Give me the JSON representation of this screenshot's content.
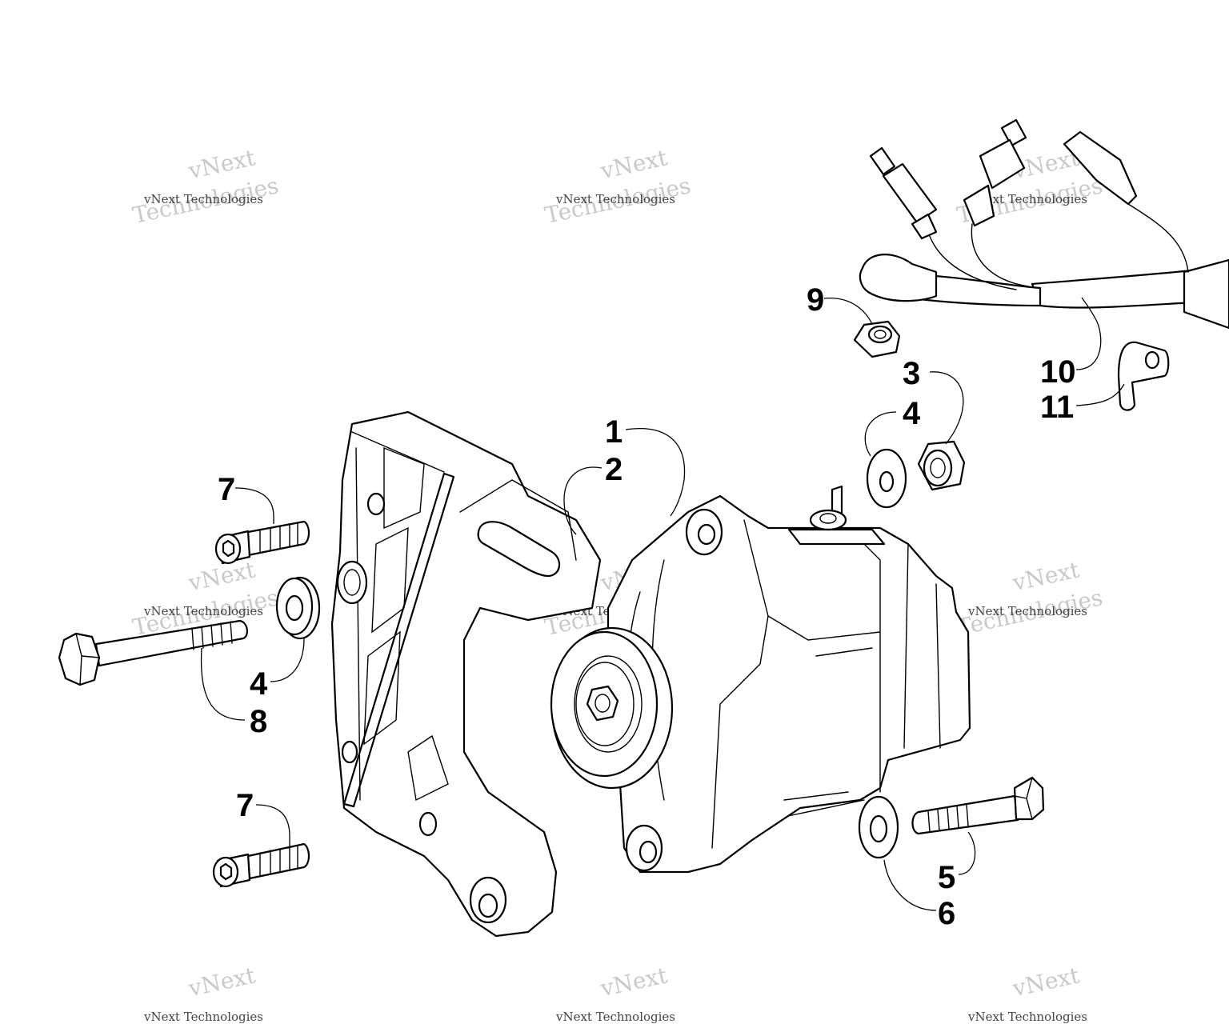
{
  "watermark": {
    "line1": "vNext",
    "line2": "Technologies",
    "full": "vNext Technologies"
  },
  "callouts": [
    {
      "id": "c1",
      "label": "1"
    },
    {
      "id": "c2",
      "label": "2"
    },
    {
      "id": "c3",
      "label": "3"
    },
    {
      "id": "c4a",
      "label": "4"
    },
    {
      "id": "c4b",
      "label": "4"
    },
    {
      "id": "c5",
      "label": "5"
    },
    {
      "id": "c6",
      "label": "6"
    },
    {
      "id": "c7a",
      "label": "7"
    },
    {
      "id": "c7b",
      "label": "7"
    },
    {
      "id": "c8",
      "label": "8"
    },
    {
      "id": "c9",
      "label": "9"
    },
    {
      "id": "c10",
      "label": "10"
    },
    {
      "id": "c11",
      "label": "11"
    }
  ]
}
